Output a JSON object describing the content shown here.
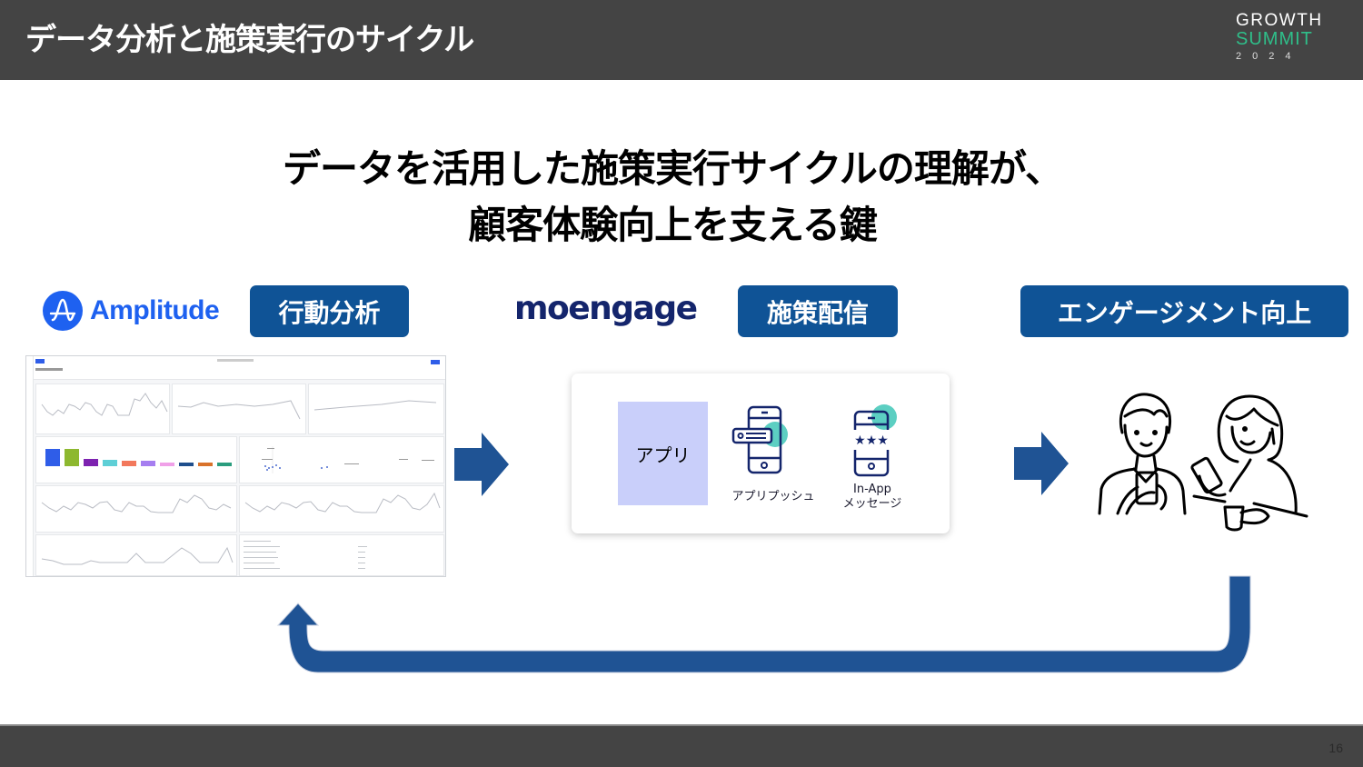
{
  "header": {
    "title": "データ分析と施策実行のサイクル",
    "brand": {
      "line1": "GROWTH",
      "line2": "SUMMIT",
      "year": "2024"
    }
  },
  "headline": {
    "line1": "データを活用した施策実行サイクルの理解が、",
    "line2": "顧客体験向上を支える鍵"
  },
  "steps": [
    {
      "logo": "Amplitude",
      "tag": "行動分析"
    },
    {
      "logo": "moengage",
      "tag": "施策配信"
    },
    {
      "tag": "エンゲージメント向上"
    }
  ],
  "channels_card": {
    "app_label": "アプリ",
    "push_label": "アプリプッシュ",
    "inapp_label_1": "In-App",
    "inapp_label_2": "メッセージ"
  },
  "dashboard": {
    "bar_colors": [
      "#2f5de8",
      "#8db82f",
      "#7d22b0",
      "#5ecfd6",
      "#f2785c",
      "#a67ef0",
      "#f0a0e8",
      "#1f4e8c",
      "#d9722a",
      "#2a9d7e"
    ],
    "bar_heights": [
      19,
      19,
      8,
      7,
      6,
      6,
      4,
      4,
      4,
      4
    ]
  },
  "colors": {
    "topbar": "#444444",
    "tag_blue": "#0f5396",
    "arrow_blue": "#1f5394",
    "amplitude_blue": "#1e61f0",
    "moengage_navy": "#14256c",
    "teal_accent": "#5ccfc2",
    "app_box": "#c9cffa"
  },
  "footer": {
    "page_number": "16"
  }
}
